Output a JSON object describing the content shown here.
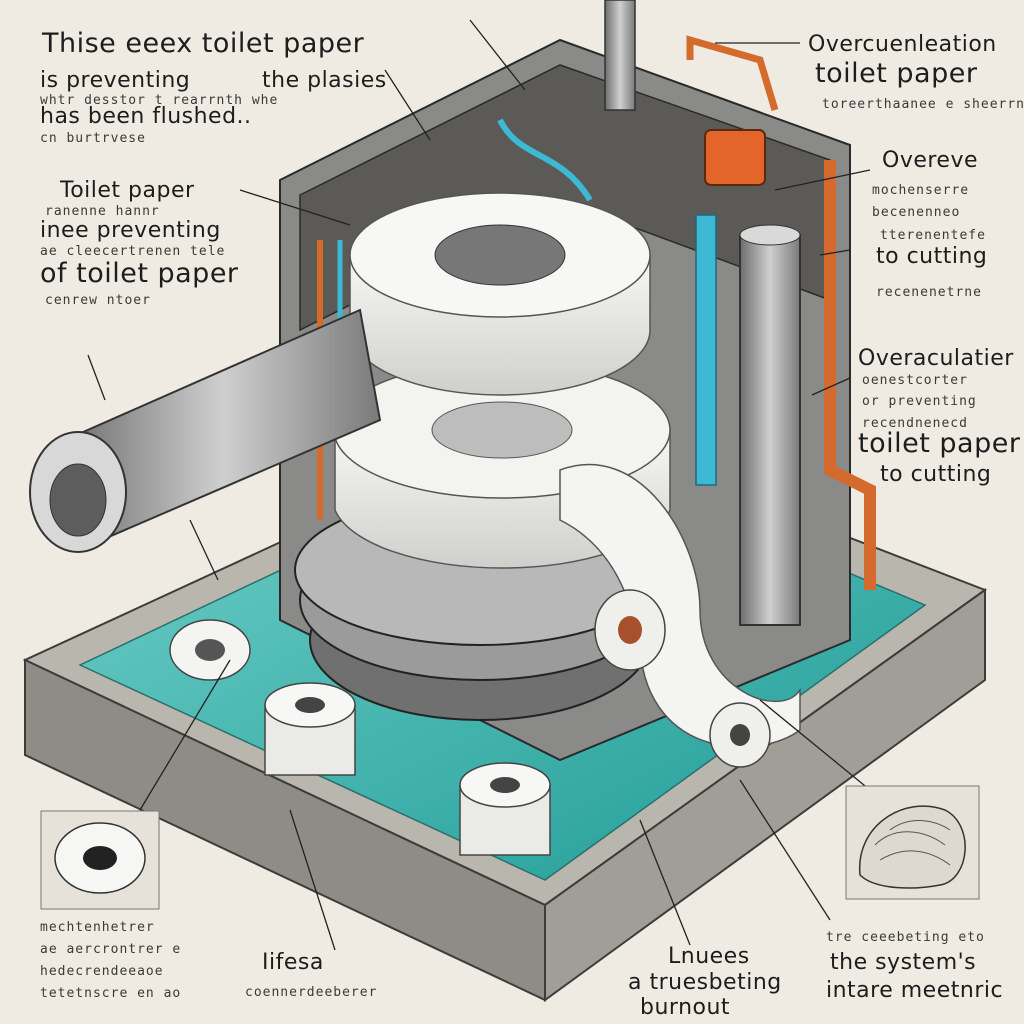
{
  "labels": {
    "top_left": {
      "line1": "Thise eeex toilet paper",
      "line2": "is preventing",
      "line2b": "the plasies",
      "line3": "has been flushed..",
      "scribble1": "whtr desstor t rearrnth whe",
      "scribble2": "cn burtrvese"
    },
    "left_mid": {
      "line1": "Toilet paper",
      "scribble1": "ranenne hannr",
      "line2": "inee preventing",
      "scribble2": "ae cleecertrenen tele",
      "line3": "of toilet paper",
      "scribble3": "cenrew ntoer"
    },
    "top_right": {
      "line1": "Overcuenleation",
      "line2": "toilet paper",
      "scribble1": "toreerthaanee e sheerrn"
    },
    "right_upper": {
      "line1": "Overeve",
      "scribble1": "mochenserre",
      "scribble2": "becenenneo",
      "scribble3": "tterenentefe",
      "line2": "to cutting",
      "scribble4": "recenenetrne"
    },
    "right_mid": {
      "line1": "Overaculatier",
      "scribble1": "oenestcorter",
      "line2": "or preventing",
      "scribble2": "recendnenecd",
      "line3": "toilet paper",
      "line4": "to cutting"
    },
    "bottom_left": {
      "scribble1": "mechtenhetrer",
      "scribble2": "ae aercrontrer e",
      "scribble3": "hedecrendeeaoe",
      "scribble4": "tetetnscre en ao"
    },
    "bottom_center_left": {
      "line1": "Iifesa",
      "scribble1": "coennerdeeberer"
    },
    "bottom_center": {
      "line1": "Lnuees",
      "line2": "a truesbeting",
      "line3": "burnout"
    },
    "bottom_right": {
      "scribble1": "tre ceeebeting eto",
      "line1": "the system's",
      "line2": "intare meetnric"
    }
  },
  "colors": {
    "background": "#efebe3",
    "water": "#3fb7b1",
    "pipe_orange": "#d46a2c",
    "pipe_blue": "#3db9d3",
    "metal": "#9a9a9a"
  }
}
